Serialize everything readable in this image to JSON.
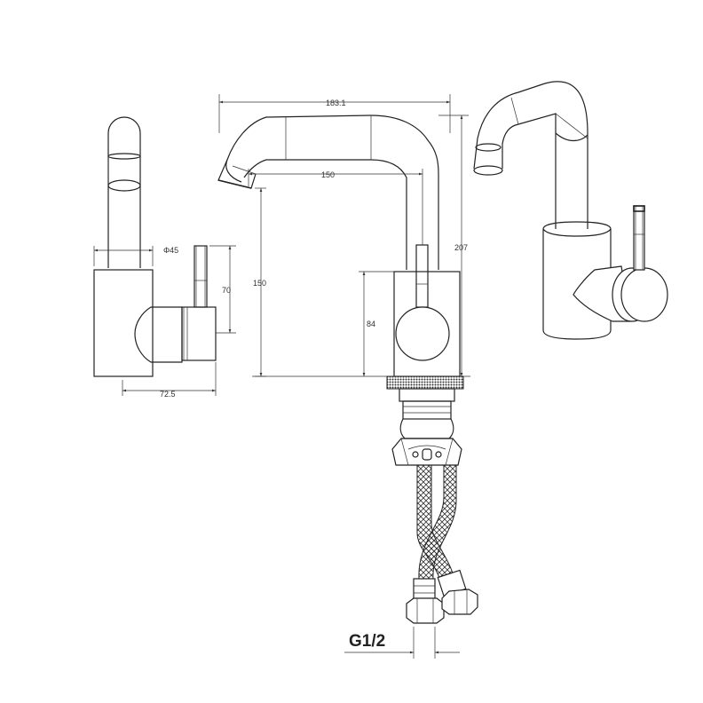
{
  "drawing": {
    "dimensions": {
      "spout_reach_total": "183.1",
      "spout_reach": "150",
      "total_height": "207",
      "spout_height": "150",
      "body_height": "84",
      "body_diameter": "Φ45",
      "handle_height": "70",
      "side_depth": "72.5"
    },
    "connection_thread": "G1/2"
  }
}
